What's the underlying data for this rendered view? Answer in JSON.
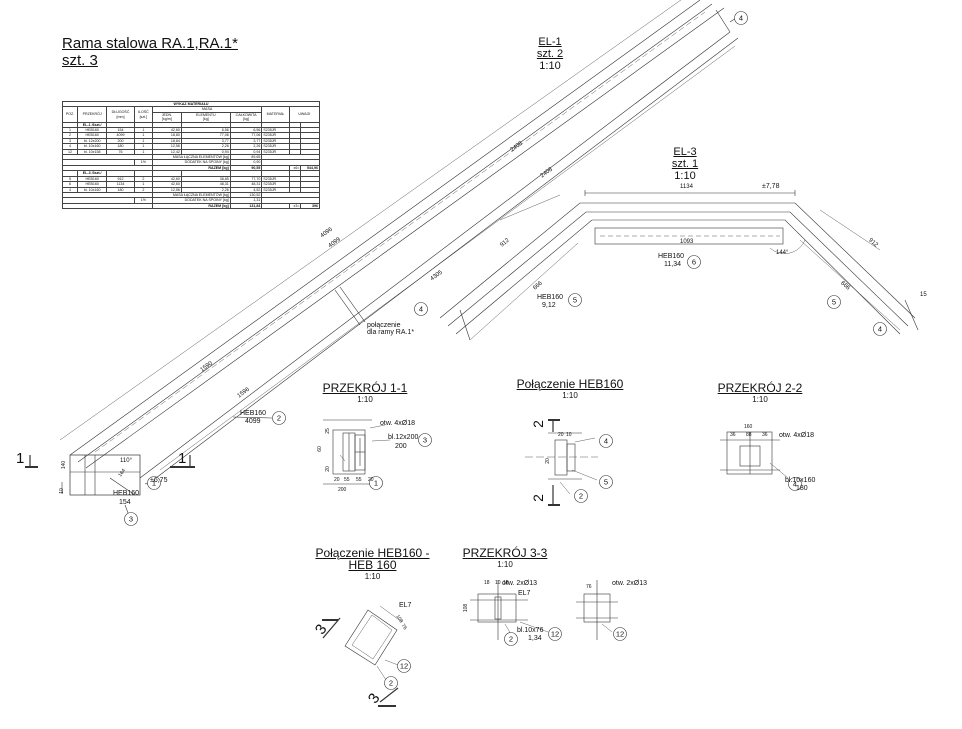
{
  "main_title": {
    "line1": "Rama stalowa RA.1,RA.1*",
    "line2": "szt. 3"
  },
  "bom": {
    "title": "WYKAZ MATERIAŁU",
    "headers": {
      "poz": "POZ.",
      "przekroj": "PRZEKRÓJ",
      "dlugosc": "DŁUGOŚĆ",
      "dlugosc_unit": "[mm]",
      "ilosc": "ILOŚĆ",
      "ilosc_unit": "[szt.]",
      "masa": "MASA",
      "jedn": "JEDN.",
      "jedn_unit": "[kg/m]",
      "elementu": "ELEMENTU",
      "elementu_unit": "[kg]",
      "calkowita": "CAŁKOWITA",
      "calkowita_unit": "[kg]",
      "material": "MATERIAŁ",
      "uwagi": "UWAGI"
    },
    "groups": [
      {
        "header": "EL-1 /6szt./",
        "rows": [
          [
            "1",
            "HEB160",
            "154",
            "1",
            "42,60",
            "6,56",
            "6,56",
            "S235JR"
          ],
          [
            "2",
            "HEB160",
            "4099",
            "1",
            "18,80",
            "77,06",
            "77,06",
            "S235JR"
          ],
          [
            "3",
            "bl. 12x200",
            "200",
            "1",
            "18,84",
            "3,77",
            "3,77",
            "S235JR"
          ],
          [
            "4",
            "bl. 10x160",
            "180",
            "1",
            "12,56",
            "2,26",
            "2,26",
            "S235JR"
          ],
          [
            "12",
            "bl. 10x158",
            "76",
            "1",
            "12,42",
            "0,94",
            "0,94",
            "S235JR"
          ]
        ],
        "sum1": [
          "MASA ŁĄCZNA ELEMENTÓW [kg]",
          "89,65"
        ],
        "sum2": [
          "1%",
          "DODATEK NA SPOINY [kg]",
          "0,90"
        ],
        "total": [
          "RAZEM [kg]",
          "90,55",
          "x6=",
          "544,96"
        ]
      },
      {
        "header": "EL-3 /3szt./",
        "rows": [
          [
            "5",
            "HEB160",
            "912",
            "2",
            "42,60",
            "38,85",
            "77,70",
            "S235JR"
          ],
          [
            "6",
            "HEB160",
            "1134",
            "1",
            "42,60",
            "48,31",
            "48,31",
            "S235JR"
          ],
          [
            "4",
            "bl. 10x160",
            "180",
            "2",
            "12,56",
            "2,26",
            "4,52",
            "S235JR"
          ]
        ],
        "sum1": [
          "MASA ŁĄCZNA ELEMENTÓW [kg]",
          "130,52"
        ],
        "sum2": [
          "1%",
          "DODATEK NA SPOINY [kg]",
          "1,31"
        ],
        "total": [
          "RAZEM [kg]",
          "131,84",
          "x3=",
          "396"
        ]
      }
    ]
  },
  "el1": {
    "name": "EL-1",
    "qty": "szt. 2",
    "scale": "1:10",
    "dims": [
      "4096",
      "4099",
      "2408",
      "2408",
      "1590",
      "1596",
      "4305"
    ],
    "section_label": "1",
    "note1": "połączenie",
    "note2": "dla ramy RA.1*",
    "callouts": [
      "1",
      "2",
      "3",
      "4",
      "4"
    ],
    "prof1": "HEB160",
    "len1": "154",
    "prof2": "HEB160",
    "len2": "4099",
    "angle": "110°",
    "level": "±6,75",
    "dim_small": [
      "10",
      "140",
      "164"
    ]
  },
  "el3": {
    "name": "EL-3",
    "qty": "szt. 1",
    "scale": "1:10",
    "dim_top": "1134",
    "level": "±7,78",
    "dim_inner": "1093",
    "prof6": "HEB160",
    "len6": "11,34",
    "prof5": "HEB160",
    "len5": "9,12",
    "dims": [
      "912",
      "912",
      "666",
      "666",
      "144°",
      "15"
    ],
    "callouts": [
      "4",
      "5",
      "5",
      "4",
      "6"
    ]
  },
  "sec11": {
    "title": "PRZEKRÓJ 1-1",
    "scale": "1:10",
    "holes": "otw. 4xØ18",
    "plate": "bl.12x200",
    "plate_len": "200",
    "dims": [
      "200",
      "60",
      "25",
      "20",
      "55",
      "55",
      "20",
      "20"
    ],
    "callouts": [
      "3",
      "1"
    ]
  },
  "con_heb": {
    "title": "Połączenie HEB160",
    "scale": "1:10",
    "section": "2",
    "dims": [
      "20",
      "10",
      "20"
    ],
    "callouts": [
      "4",
      "5",
      "2"
    ]
  },
  "sec22": {
    "title": "PRZEKRÓJ 2-2",
    "scale": "1:10",
    "holes": "otw. 4xØ18",
    "plate": "bl.10x160",
    "plate_len": "180",
    "dims": [
      "160",
      "36",
      "88",
      "36"
    ],
    "callouts": [
      "4"
    ]
  },
  "con_heb2": {
    "title1": "Połączenie HEB160 -",
    "title2": "HEB 160",
    "scale": "1:10",
    "section": "3",
    "el": "EL7",
    "callouts": [
      "12",
      "2"
    ],
    "dims": [
      "108",
      "76"
    ]
  },
  "sec33": {
    "title": "PRZEKRÓJ 3-3",
    "scale": "1:10",
    "holes": "otw. 2xØ13",
    "holes2": "otw. 2xØ13",
    "el": "EL7",
    "plate": "bl.10x76",
    "plate_len": "1,34",
    "callouts": [
      "2",
      "12",
      "12"
    ],
    "dims": [
      "18",
      "10",
      "18",
      "108",
      "76"
    ]
  }
}
